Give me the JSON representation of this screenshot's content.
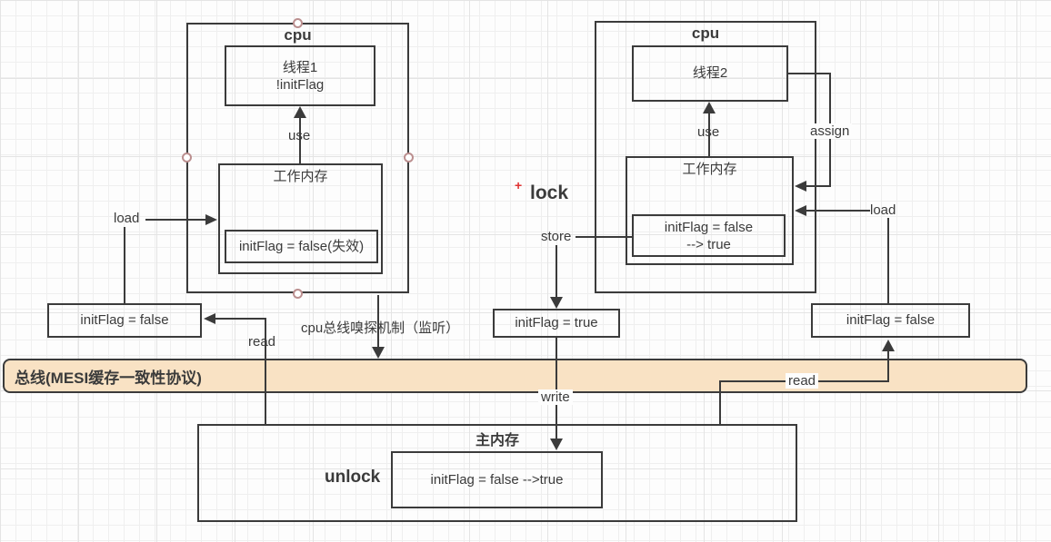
{
  "left_cpu": {
    "title": "cpu",
    "thread_line1": "线程1",
    "thread_line2": "!initFlag",
    "use_label": "use",
    "working_memory_title": "工作内存",
    "working_memory_value": "initFlag = false(失效)",
    "load_label": "load",
    "cache_value": "initFlag = false",
    "read_label": "read",
    "snoop_label": "cpu总线嗅探机制（监听）"
  },
  "middle": {
    "lock_plus": "+",
    "lock_label": "lock",
    "store_label": "store",
    "store_value": "initFlag = true",
    "write_label": "write"
  },
  "right_cpu": {
    "title": "cpu",
    "thread_line1": "线程2",
    "use_label": "use",
    "assign_label": "assign",
    "working_memory_title": "工作内存",
    "working_memory_value_line1": "initFlag = false",
    "working_memory_value_line2": "--> true",
    "load_label": "load",
    "cache_value": "initFlag = false",
    "read_label": "read"
  },
  "bus": {
    "label": "总线(MESI缓存一致性协议)",
    "fill_color": "#f9e2c4"
  },
  "main_memory": {
    "title": "主内存",
    "unlock_label": "unlock",
    "value": "initFlag = false -->true"
  },
  "colors": {
    "line": "#3b3b3b",
    "lock_plus_red": "#e03131",
    "handle_border": "#bb8f8f"
  }
}
